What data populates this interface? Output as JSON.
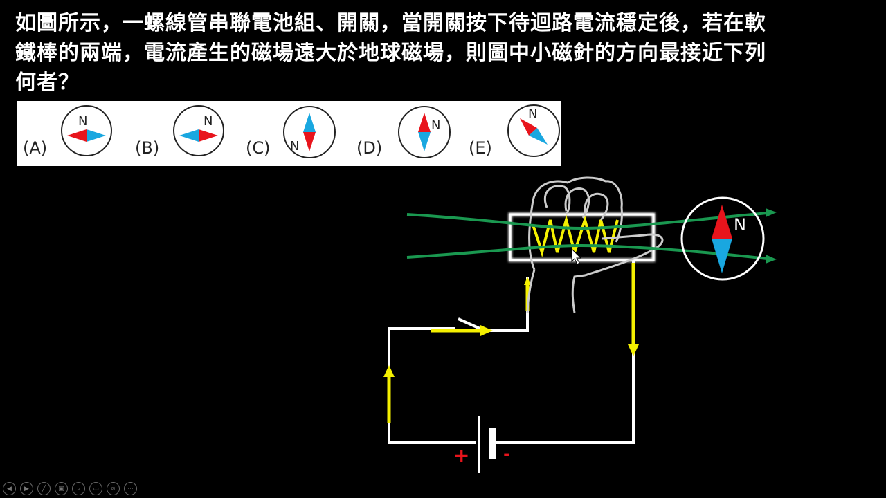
{
  "question": {
    "line1": "如圖所示，一螺線管串聯電池組、開關，當開關按下待迴路電流穩定後，若在軟",
    "line2": "鐵棒的兩端，電流產生的磁場遠大於地球磁場，則圖中小磁針的方向最接近下列",
    "line3": "何者？"
  },
  "options": [
    {
      "label": "(A)",
      "north_mark": "N",
      "needle": "red-left-blue-right"
    },
    {
      "label": "(B)",
      "north_mark": "N",
      "needle": "blue-left-red-right"
    },
    {
      "label": "(C)",
      "north_mark": "N",
      "needle": "blue-up-red-down"
    },
    {
      "label": "(D)",
      "north_mark": "N",
      "needle": "red-up-blue-down"
    },
    {
      "label": "(E)",
      "north_mark": "N",
      "needle": "red-upleft-blue-downright"
    }
  ],
  "diagram": {
    "compass_north_mark": "N",
    "battery_plus": "+",
    "battery_minus": "-",
    "colors": {
      "current_arrow": "#f5f000",
      "field_line": "#1a9850",
      "wire": "#ffffff",
      "needle_north": "#e8141c",
      "needle_south": "#19a7e0"
    }
  },
  "toolbar": {
    "buttons": [
      "previous-slide",
      "next-slide",
      "pen",
      "slides-overview",
      "zoom",
      "subtitles",
      "camera",
      "more"
    ]
  }
}
